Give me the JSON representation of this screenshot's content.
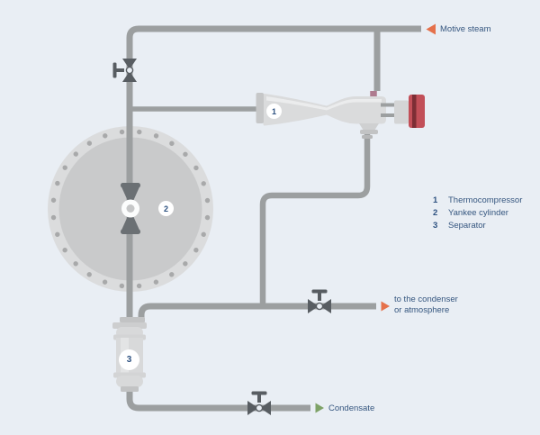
{
  "diagram": {
    "labels": {
      "motive_steam": "Motive steam",
      "condenser_line1": "to the condenser",
      "condenser_line2": "or atmosphere",
      "condensate": "Condensate"
    },
    "badges": {
      "thermocompressor": "1",
      "yankee_cylinder": "2",
      "separator": "3"
    },
    "legend": {
      "items": [
        {
          "num": "1",
          "label": "Thermocompressor"
        },
        {
          "num": "2",
          "label": "Yankee cylinder"
        },
        {
          "num": "3",
          "label": "Separator"
        }
      ]
    },
    "colors": {
      "background": "#e9eef4",
      "pipe": "#9c9fa0",
      "text": "#35567f",
      "motive_steam_arrow": "#e5714b",
      "condenser_arrow": "#e5714b",
      "condensate_arrow": "#7ea267",
      "actuator_red": "#c24f58",
      "nozzle_mauve": "#ae7b8f",
      "valve_dark": "#585d62"
    }
  }
}
